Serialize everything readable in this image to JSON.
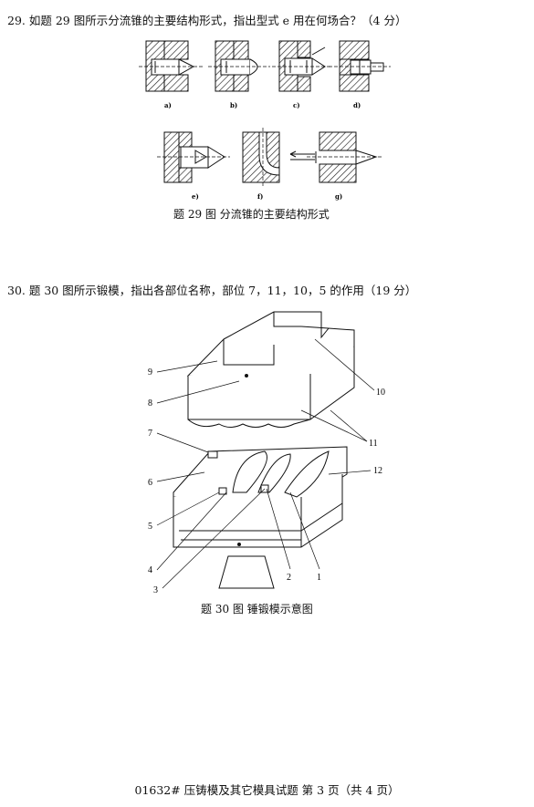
{
  "q29": {
    "text": "29. 如题 29 图所示分流锥的主要结构形式，指出型式 e 用在何场合？（4 分）",
    "subfigs": [
      "a)",
      "b)",
      "c)",
      "d)",
      "e)",
      "f)",
      "g)"
    ],
    "caption": "题 29 图    分流锥的主要结构形式"
  },
  "q30": {
    "text": "30. 题 30 图所示锻模，指出各部位名称，部位 7，11，10，5 的作用（19 分）",
    "labels": [
      "9",
      "10",
      "8",
      "11",
      "7",
      "12",
      "6",
      "5",
      "4",
      "3",
      "2",
      "1"
    ],
    "caption": "题 30 图    锤锻模示意图"
  },
  "footer": "01632# 压铸模及其它模具试题 第 3 页（共 4 页）"
}
